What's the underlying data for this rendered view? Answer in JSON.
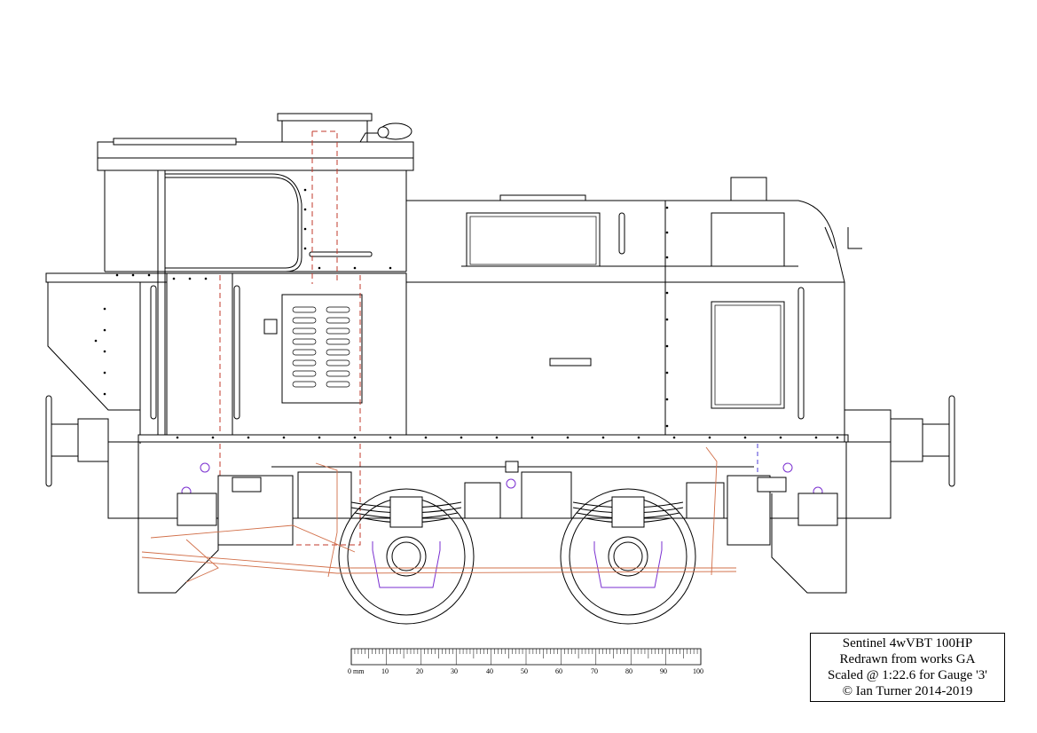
{
  "title_block": {
    "line1": "Sentinel 4wVBT 100HP",
    "line2": "Redrawn from works GA",
    "line3": "Scaled @ 1:22.6 for Gauge '3'",
    "line4": "© Ian Turner 2014-2019"
  },
  "scale_bar": {
    "unit": "mm",
    "labels": [
      "0 mm",
      "10",
      "20",
      "30",
      "40",
      "50",
      "60",
      "70",
      "80",
      "90",
      "100"
    ]
  },
  "colors": {
    "outline": "#000000",
    "hidden_red": "#c0392b",
    "brake_gear_orange": "#d2704a",
    "axlebox_purple": "#7a2fd0"
  }
}
